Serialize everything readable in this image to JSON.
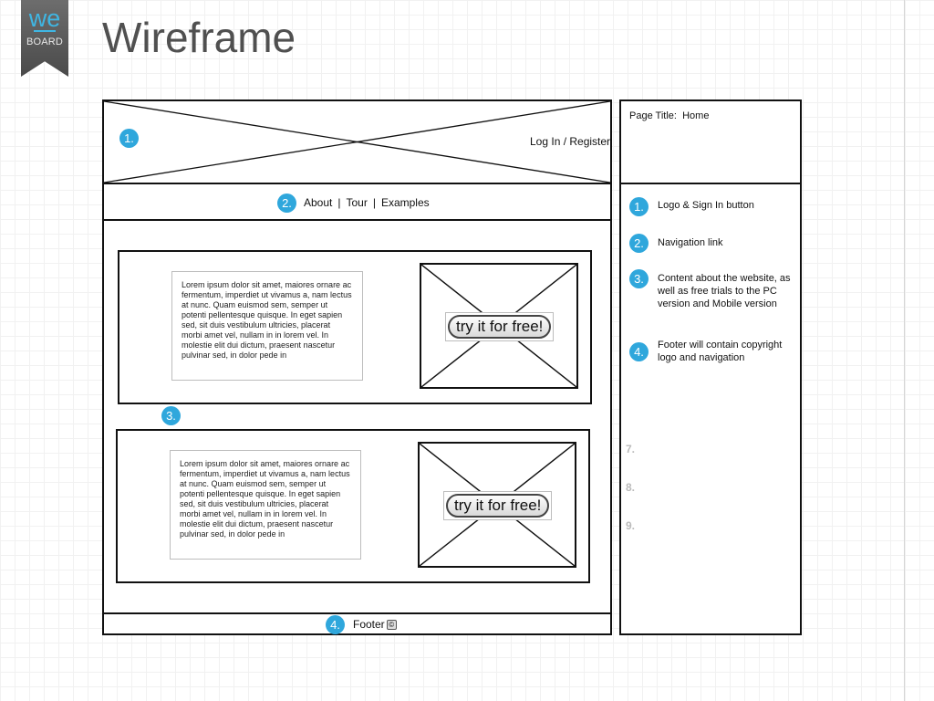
{
  "logo": {
    "top": "we",
    "bottom": "BOARD"
  },
  "slide": {
    "title": "Wireframe"
  },
  "header": {
    "badge": "1.",
    "login_label": "Log In / Register"
  },
  "navigation": {
    "badge": "2.",
    "links": [
      "About",
      "Tour",
      "Examples"
    ],
    "separator": "|"
  },
  "content": {
    "badge": "3.",
    "cards": [
      {
        "text": "Lorem ipsum dolor sit amet, maiores ornare ac fermentum, imperdiet ut vivamus a, nam lectus at nunc. Quam euismod sem, semper ut potenti pellentesque quisque. In eget sapien sed, sit duis vestibulum ultricies, placerat morbi amet vel, nullam in in lorem vel. In molestie elit dui dictum, praesent nascetur pulvinar sed, in dolor pede in",
        "button": "try it for free!"
      },
      {
        "text": "Lorem ipsum dolor sit amet, maiores ornare ac fermentum, imperdiet ut vivamus a, nam lectus at nunc. Quam euismod sem, semper ut potenti pellentesque quisque. In eget sapien sed, sit duis vestibulum ultricies, placerat morbi amet vel, nullam in in lorem vel. In molestie elit dui dictum, praesent nascetur pulvinar sed, in dolor pede in",
        "button": "try it for free!"
      }
    ]
  },
  "footer": {
    "badge": "4.",
    "label": "Footer",
    "icon": "©"
  },
  "sidebar": {
    "page_title": "Page Title:  Home",
    "notes": [
      {
        "badge": "1.",
        "text": "Logo & Sign In button"
      },
      {
        "badge": "2.",
        "text": "Navigation link"
      },
      {
        "badge": "3.",
        "text": "Content about the website, as well as free trials to the PC version and Mobile version"
      },
      {
        "badge": "4.",
        "text": "Footer will contain copyright logo and navigation"
      }
    ],
    "empty_numbers": [
      "7.",
      "8.",
      "9."
    ]
  },
  "colors": {
    "badge": "#2fa7dc",
    "logo_accent": "#3fb6e3",
    "logo_ribbon": "#555555"
  }
}
